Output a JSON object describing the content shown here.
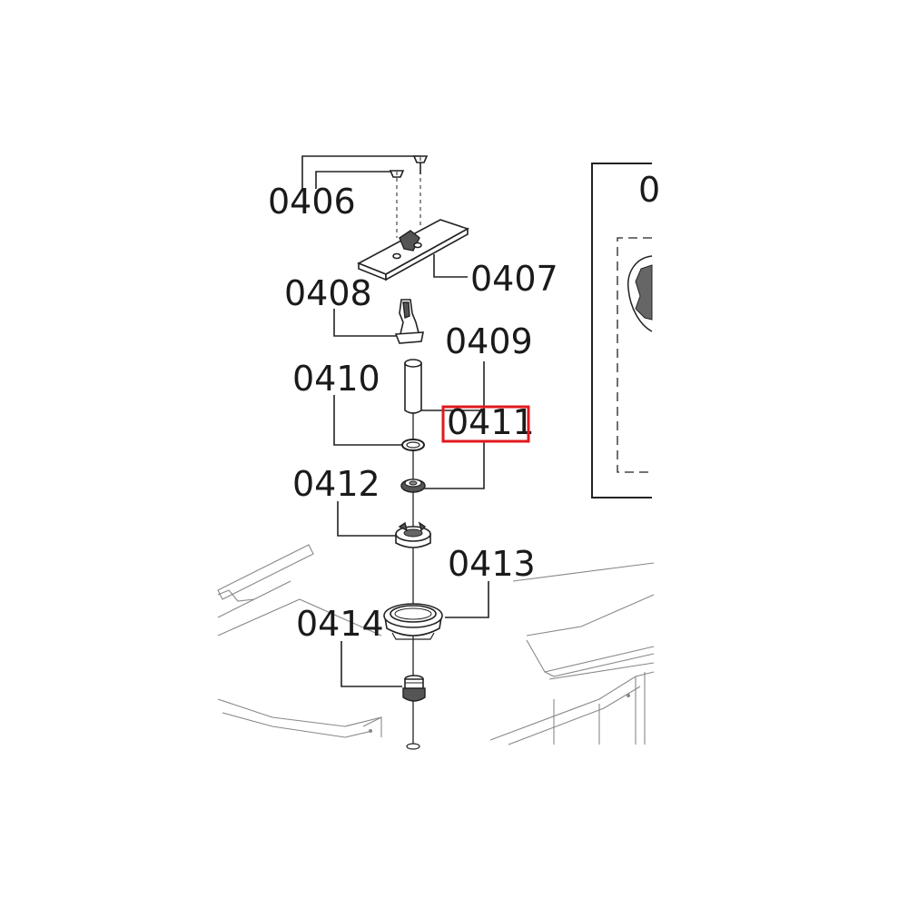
{
  "diagram": {
    "labels": {
      "l0406": "0406",
      "l0407": "0407",
      "l0408": "0408",
      "l0409": "0409",
      "l0410": "0410",
      "l0411": "0411",
      "l0412": "0412",
      "l0413": "0413",
      "l0414": "0414"
    },
    "inset_partial_label": "0",
    "highlighted_part": "0411",
    "highlight_color": "#e0191e"
  }
}
